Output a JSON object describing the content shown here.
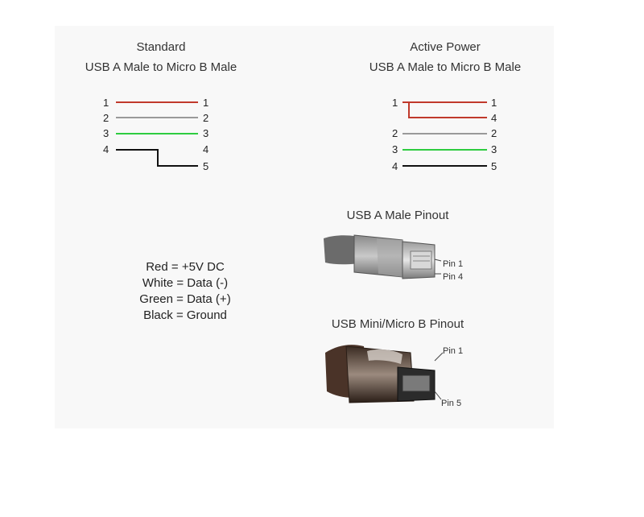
{
  "standard": {
    "title_line1": "Standard",
    "title_line2": "USB A Male to Micro B Male",
    "left_pins": [
      "1",
      "2",
      "3",
      "4"
    ],
    "right_pins": [
      "1",
      "2",
      "3",
      "4",
      "5"
    ]
  },
  "active": {
    "title_line1": "Active Power",
    "title_line2": "USB A Male to Micro B Male",
    "left_pins": [
      "1",
      "2",
      "3",
      "4"
    ],
    "right_pins": [
      "1",
      "4",
      "2",
      "3",
      "5"
    ]
  },
  "legend": {
    "red": "Red = +5V DC",
    "white": "White = Data (-)",
    "green": "Green = Data (+)",
    "black": "Black = Ground"
  },
  "usb_a": {
    "title": "USB A Male Pinout",
    "pin1": "Pin 1",
    "pin4": "Pin 4"
  },
  "usb_b": {
    "title": "USB Mini/Micro B Pinout",
    "pin1": "Pin 1",
    "pin5": "Pin 5"
  },
  "colors": {
    "red": "#c0392b",
    "white": "#999999",
    "green": "#2ecc40",
    "black": "#111111"
  }
}
